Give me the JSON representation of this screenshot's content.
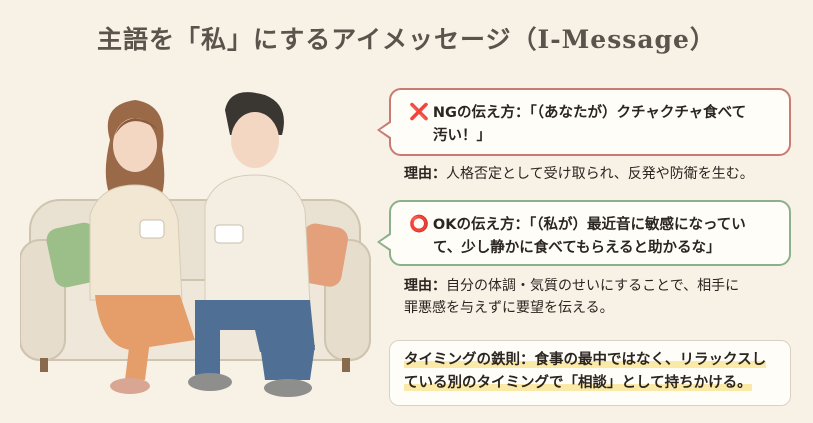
{
  "title": "主語を「私」にするアイメッセージ（I-Message）",
  "ng": {
    "mark": "❌",
    "label": "NGの伝え方：",
    "line1": "「（あなたが）クチャクチャ食べて",
    "line2": "汚い！」"
  },
  "ng_reason": {
    "label": "理由：",
    "text": "人格否定として受け取られ、反発や防衛を生む。"
  },
  "ok": {
    "mark": "⭕",
    "label": "OKの伝え方：",
    "line1": "「（私が）最近音に敏感になってい",
    "line2": "て、少し静かに食べてもらえると助かるな」"
  },
  "ok_reason": {
    "label": "理由：",
    "line1": "自分の体調・気質のせいにすることで、相手に",
    "line2": "罪悪感を与えずに要望を伝える。"
  },
  "timing": {
    "line1": "タイミングの鉄則：食事の最中ではなく、リラックスし",
    "line2": "ている別のタイミングで「相談」として持ちかける。"
  },
  "colors": {
    "background": "#f7f1e6",
    "ng_border": "#c97a72",
    "ok_border": "#8bb08a",
    "highlight": "#fbe9a8"
  }
}
